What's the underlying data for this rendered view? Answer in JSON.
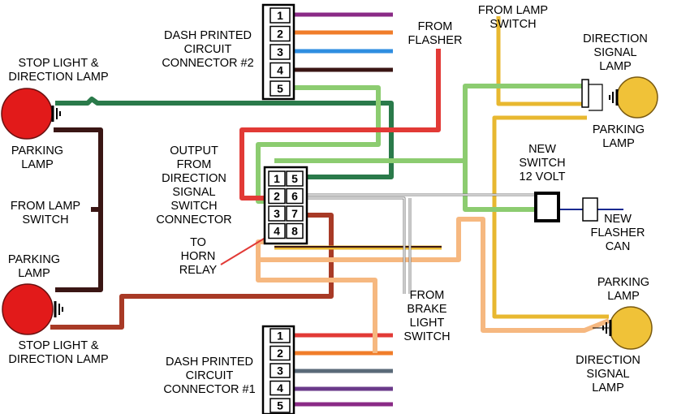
{
  "colors": {
    "purple": "#8a2a86",
    "orange": "#f07d2a",
    "blue": "#2f8ee0",
    "dark_brown": "#3a1614",
    "red": "#e23a36",
    "dark_green": "#2a7a4a",
    "light_green": "#8ccc70",
    "yellow_brown": "#e8b830",
    "light_orange": "#f6b880",
    "rust": "#a83a26",
    "gray": "#5a6a78",
    "violet": "#6a3a8a",
    "navy": "#1a2a90",
    "lamp_red": "#e21a1a",
    "lamp_yellow": "#f0c238"
  },
  "labels": {
    "stop_light_top": [
      "STOP LIGHT &",
      "DIRECTION LAMP"
    ],
    "parking_lamp_left_top": [
      "PARKING",
      "LAMP"
    ],
    "from_lamp_switch_left": [
      "FROM LAMP",
      "SWITCH"
    ],
    "parking_lamp_left_bottom": [
      "PARKING",
      "LAMP"
    ],
    "stop_light_bottom": [
      "STOP LIGHT &",
      "DIRECTION LAMP"
    ],
    "dash_connector_2": [
      "DASH PRINTED",
      "CIRCUIT",
      "CONNECTOR #2"
    ],
    "dash_connector_1": [
      "DASH PRINTED",
      "CIRCUIT",
      "CONNECTOR #1"
    ],
    "output_connector": [
      "OUTPUT",
      "FROM",
      "DIRECTION",
      "SIGNAL",
      "SWITCH",
      "CONNECTOR"
    ],
    "horn_relay": [
      "TO",
      "HORN",
      "RELAY"
    ],
    "from_flasher": [
      "FROM",
      "FLASHER"
    ],
    "from_lamp_switch_top": [
      "FROM LAMP",
      "SWITCH"
    ],
    "direction_signal_top": [
      "DIRECTION",
      "SIGNAL",
      "LAMP"
    ],
    "parking_lamp_right_top": [
      "PARKING",
      "LAMP"
    ],
    "new_switch": [
      "NEW",
      "SWITCH",
      "12 VOLT"
    ],
    "new_flasher": [
      "NEW",
      "FLASHER",
      "CAN"
    ],
    "from_brake": [
      "FROM",
      "BRAKE",
      "LIGHT",
      "SWITCH"
    ],
    "parking_lamp_right_bottom": [
      "PARKING",
      "LAMP"
    ],
    "direction_signal_bottom": [
      "DIRECTION",
      "SIGNAL",
      "LAMP"
    ]
  },
  "connectors": {
    "dash2_pins": [
      "1",
      "2",
      "3",
      "4",
      "5"
    ],
    "dash1_pins": [
      "1",
      "2",
      "3",
      "4",
      "5"
    ],
    "output_pins": [
      "1",
      "5",
      "2",
      "6",
      "3",
      "7",
      "4",
      "8"
    ]
  }
}
